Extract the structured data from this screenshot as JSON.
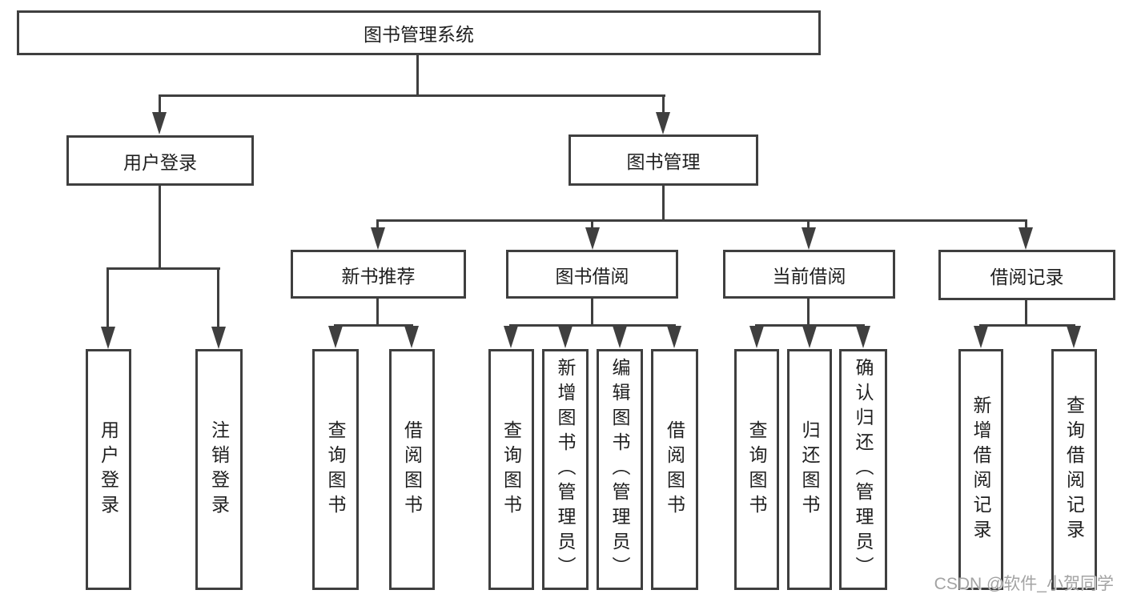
{
  "diagram": {
    "root": {
      "label": "图书管理系统"
    },
    "branches": [
      {
        "label": "用户登录",
        "children": [
          {
            "label": "用户登录"
          },
          {
            "label": "注销登录"
          }
        ]
      },
      {
        "label": "图书管理",
        "children": [
          {
            "label": "新书推荐",
            "children": [
              {
                "label": "查询图书"
              },
              {
                "label": "借阅图书"
              }
            ]
          },
          {
            "label": "图书借阅",
            "children": [
              {
                "label": "查询图书"
              },
              {
                "label": "新增图书（管理员）"
              },
              {
                "label": "编辑图书（管理员）"
              },
              {
                "label": "借阅图书"
              }
            ]
          },
          {
            "label": "当前借阅",
            "children": [
              {
                "label": "查询图书"
              },
              {
                "label": "归还图书"
              },
              {
                "label": "确认归还（管理员）"
              }
            ]
          },
          {
            "label": "借阅记录",
            "children": [
              {
                "label": "新增借阅记录"
              },
              {
                "label": "查询借阅记录"
              }
            ]
          }
        ]
      }
    ]
  },
  "watermark": {
    "text": "CSDN @软件_小贺同学"
  },
  "colors": {
    "line": "#3f3f3f",
    "text": "#1f1f1f",
    "watermark": "#a3a3a3",
    "background": "#ffffff"
  }
}
